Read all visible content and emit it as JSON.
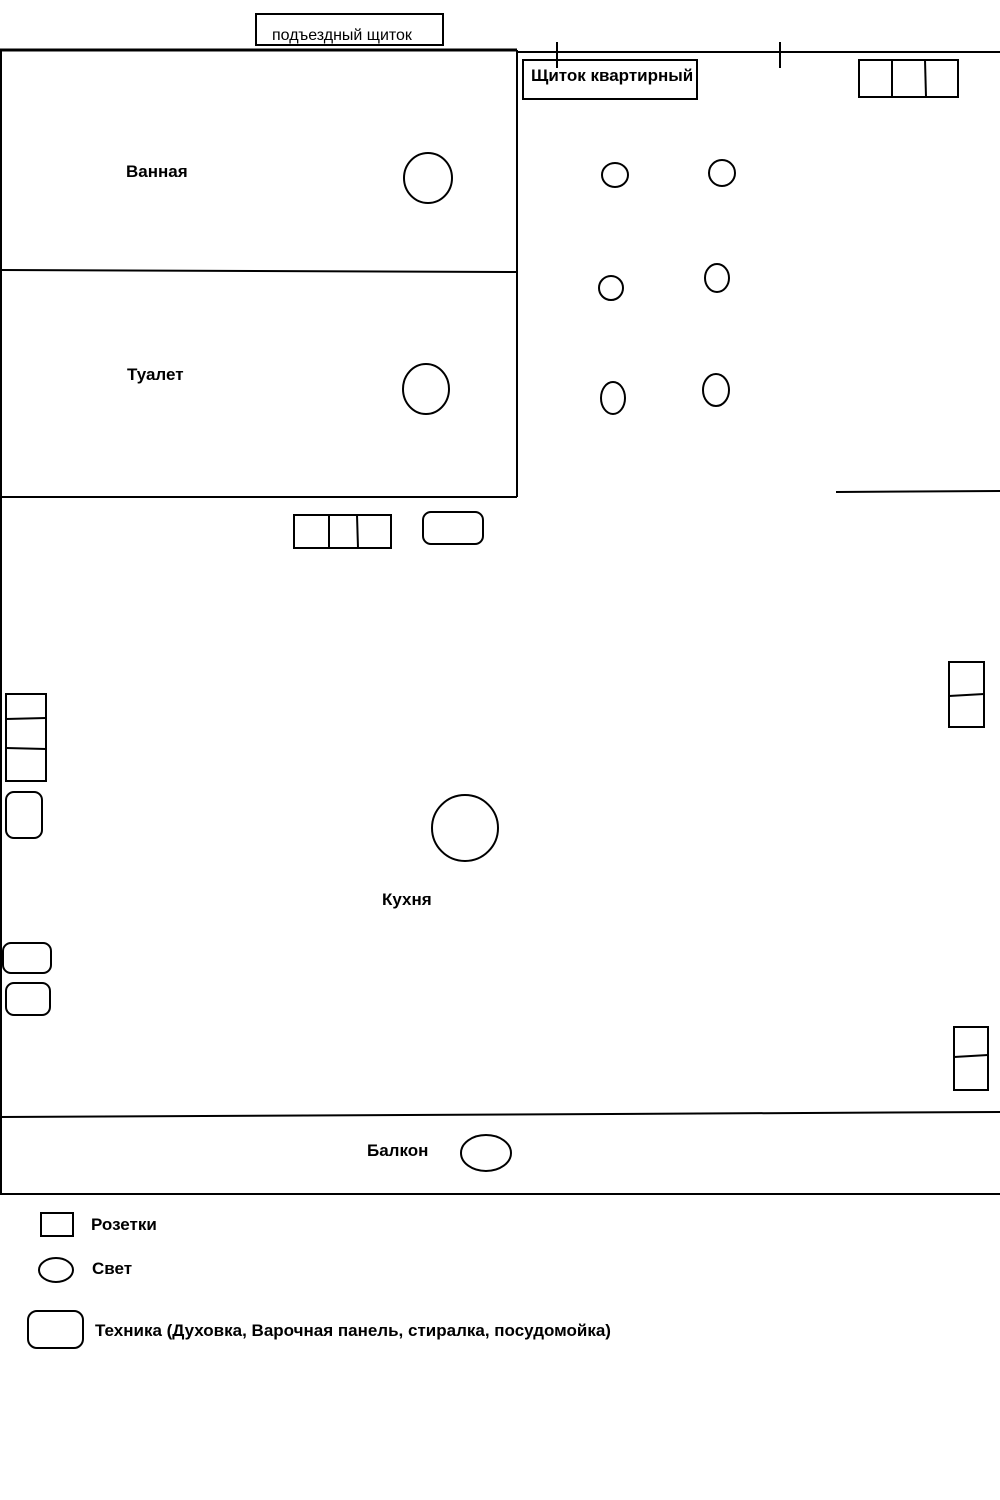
{
  "panels": {
    "entrance_panel": "подъездный щиток",
    "apartment_panel": "Щиток квартирный"
  },
  "rooms": {
    "bathroom": "Ванная",
    "toilet": "Туалет",
    "kitchen": "Кухня",
    "balcony": "Балкон"
  },
  "legend": {
    "sockets": "Розетки",
    "light": "Свет",
    "appliances": "Техника (Духовка, Варочная панель, стиралка, посудомойка)"
  }
}
